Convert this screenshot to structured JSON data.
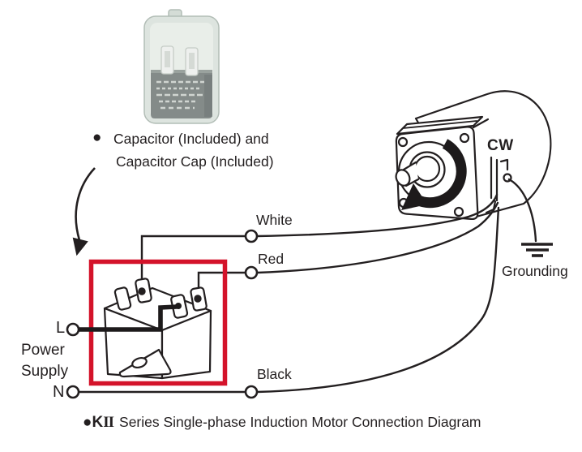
{
  "colors": {
    "highlight_red": "#d4132a",
    "line_art": "#231f20",
    "capacitor_shell": "#dde4df",
    "capacitor_body_gray": "#848b89"
  },
  "note": {
    "bullet": "●",
    "line1": "Capacitor (Included) and",
    "line2": "Capacitor Cap (Included)"
  },
  "wire_labels": {
    "white": "White",
    "red": "Red",
    "black": "Black"
  },
  "power_supply": {
    "live": "L",
    "neutral": "N",
    "label_line1": "Power",
    "label_line2": "Supply"
  },
  "motor": {
    "rotation_label": "CW",
    "grounding_label": "Grounding"
  },
  "caption": {
    "bullet": "●",
    "series_k": "K",
    "series_ii": "II",
    "text": "Series Single-phase Induction Motor Connection Diagram"
  }
}
